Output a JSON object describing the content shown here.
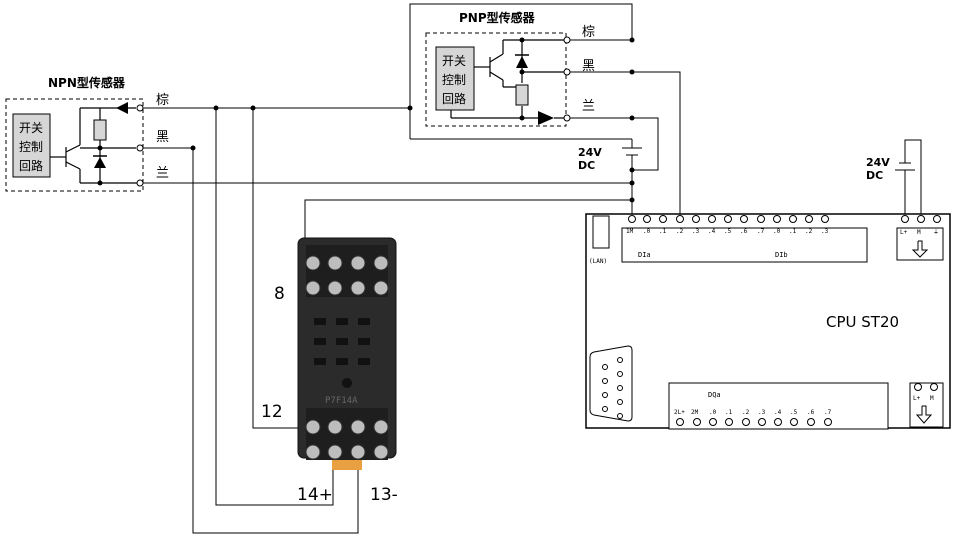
{
  "npn_sensor": {
    "title": "NPN型传感器",
    "block": [
      "开关",
      "控制",
      "回路"
    ],
    "wires": [
      "棕",
      "黑",
      "兰"
    ]
  },
  "pnp_sensor": {
    "title": "PNP型传感器",
    "block": [
      "开关",
      "控制",
      "回路"
    ],
    "wires": [
      "棕",
      "黑",
      "兰"
    ]
  },
  "supplies": {
    "sensor_supply": [
      "24V",
      "DC"
    ],
    "plc_supply": [
      "24V",
      "DC"
    ]
  },
  "relay": {
    "pin_labels": {
      "p8": "8",
      "p12": "12",
      "p14": "14+",
      "p13": "13-"
    },
    "body_text": "P7F14A"
  },
  "plc": {
    "cpu_label": "CPU  ST20",
    "lan_label": "(LAN)",
    "di_terminals": [
      "1M",
      ".0",
      ".1",
      ".2",
      ".3",
      ".4",
      ".5",
      ".6",
      ".7",
      ".0",
      ".1",
      ".2",
      ".3"
    ],
    "dia_label": "DIa",
    "dib_label": "DIb",
    "power_terminals": [
      "L+",
      "M",
      "⏚"
    ],
    "dqa_label": "DQa",
    "dq_terminals": [
      "2L+",
      "2M",
      ".0",
      ".1",
      ".2",
      ".3",
      ".4",
      ".5",
      ".6",
      ".7"
    ],
    "out_power_terminals": [
      "L+",
      "M"
    ]
  }
}
